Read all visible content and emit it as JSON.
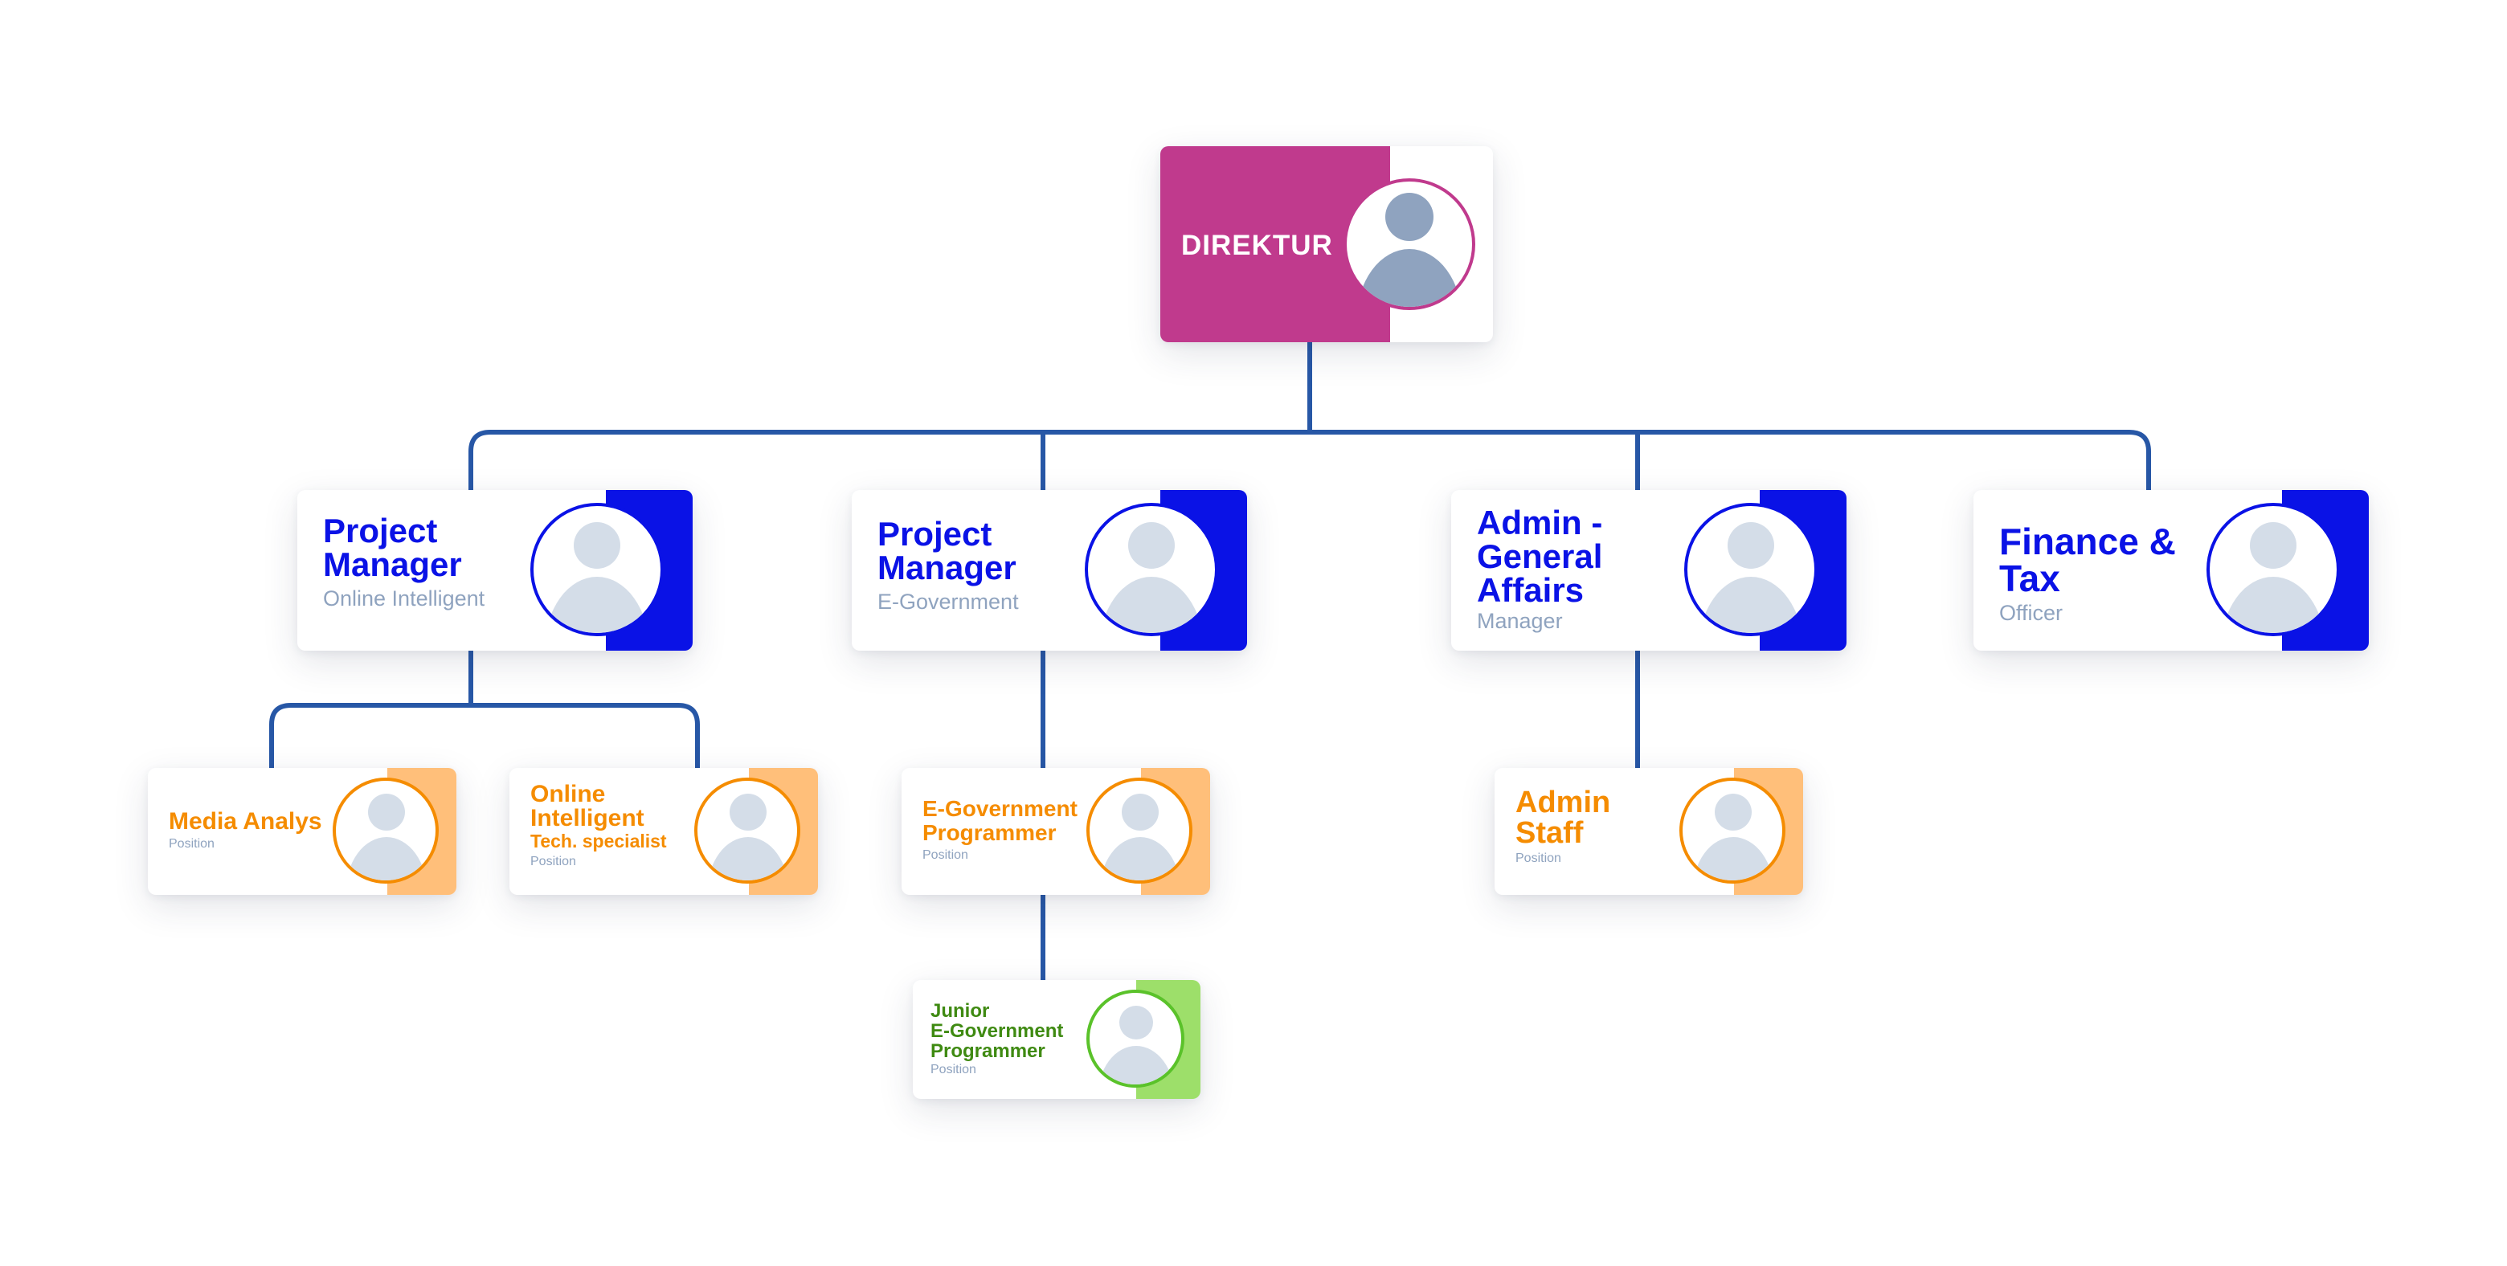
{
  "colors": {
    "director": "#c03a8d",
    "manager": "#0a12e6",
    "staff": "#f58c00",
    "junior": "#3f8a12",
    "connector": "#2757a6"
  },
  "director": {
    "title": "DIREKTUR",
    "icon": "user-avatar-icon"
  },
  "managers": [
    {
      "line1": "Project",
      "line2": "Manager",
      "subtitle": "Online Intelligent"
    },
    {
      "line1": "Project",
      "line2": "Manager",
      "subtitle": "E-Government"
    },
    {
      "line1": "Admin -",
      "line2": "General",
      "line3": "Affairs",
      "subtitle": "Manager"
    },
    {
      "line1": "Finance &",
      "line2": "Tax",
      "subtitle": "Officer"
    }
  ],
  "staff": [
    {
      "line1": "Media Analys",
      "subtitle": "Position"
    },
    {
      "line1": "Online",
      "line2": "Intelligent",
      "line3": "Tech. specialist",
      "subtitle": "Position"
    },
    {
      "line1": "E-Government",
      "line2": "Programmer",
      "subtitle": "Position"
    },
    {
      "line1": "Admin",
      "line2": "Staff",
      "subtitle": "Position"
    }
  ],
  "junior": {
    "line1": "Junior",
    "line2": "E-Government",
    "line3": "Programmer",
    "subtitle": "Position"
  }
}
